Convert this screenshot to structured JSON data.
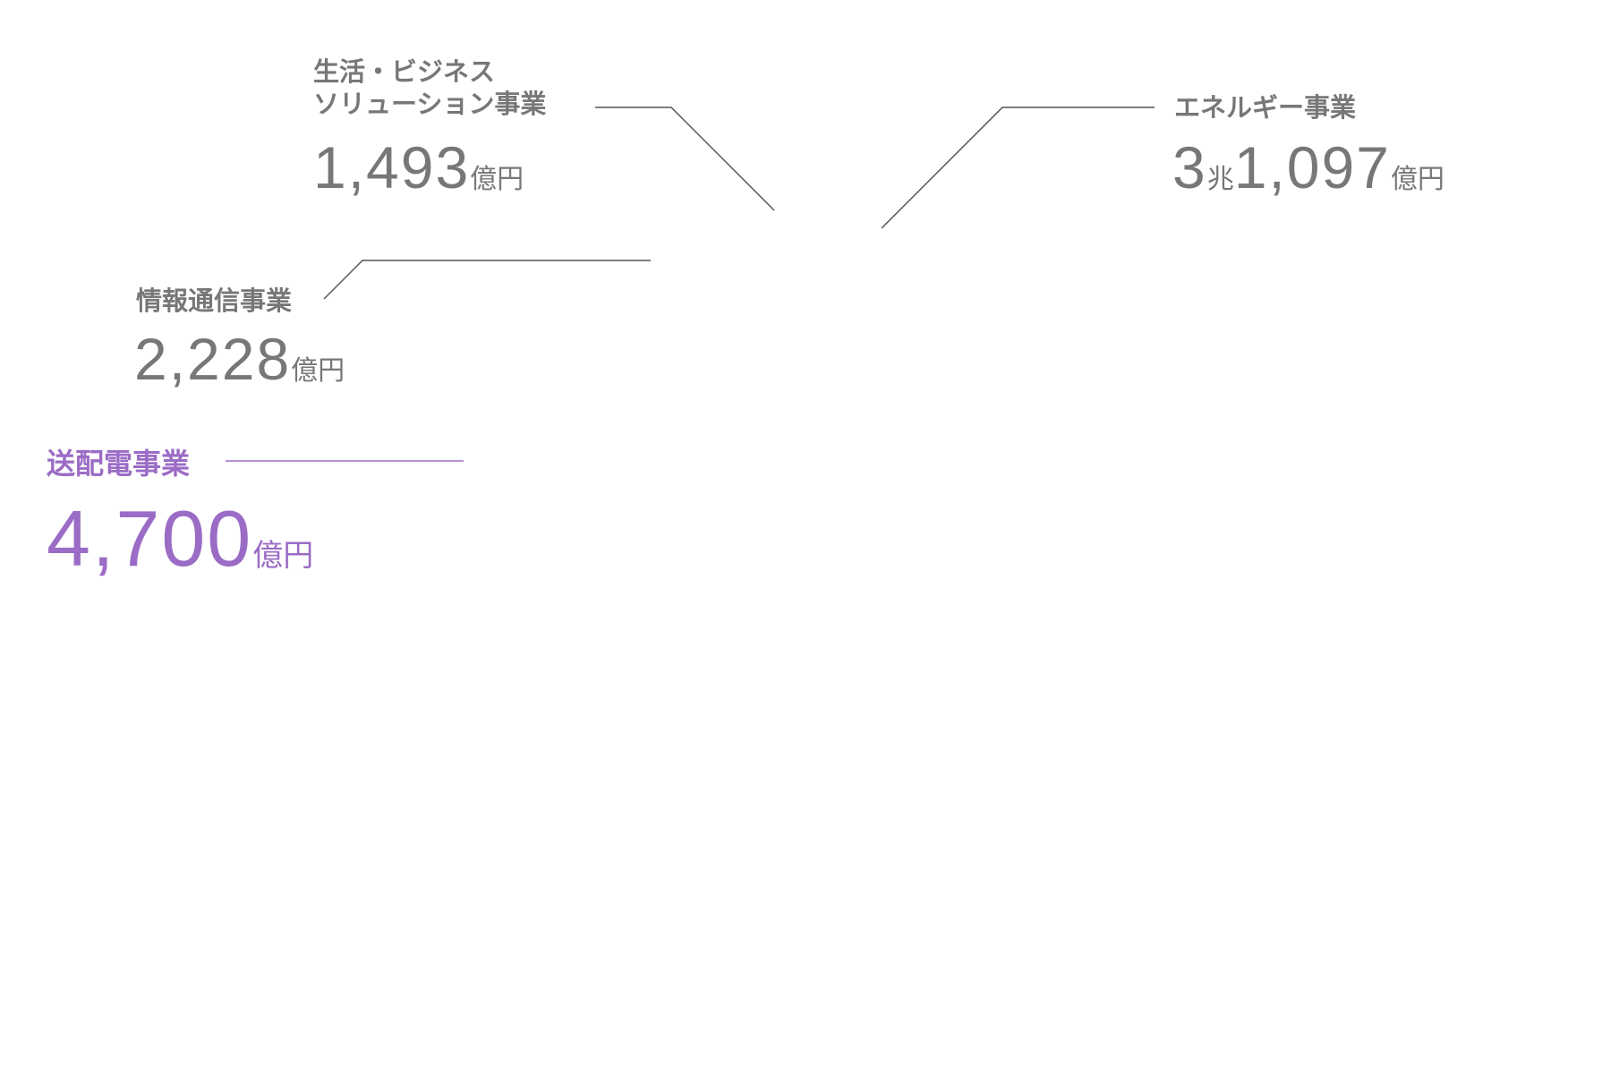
{
  "colors": {
    "neutral": "#777777",
    "accent": "#9b6cc6",
    "leader": "#555555",
    "accent_leader": "#9b6cc6"
  },
  "chart_data": {
    "type": "pie",
    "unit": "億円",
    "segments": [
      {
        "name": "エネルギー事業",
        "value": 31097,
        "display_parts": [
          "3",
          "兆",
          "1,097",
          "億円"
        ],
        "color": "#777777"
      },
      {
        "name": "生活・ビジネスソリューション事業",
        "name_lines": [
          "生活・ビジネス",
          "ソリューション事業"
        ],
        "value": 1493,
        "display_parts": [
          "1,493",
          "億円"
        ],
        "color": "#777777"
      },
      {
        "name": "情報通信事業",
        "value": 2228,
        "display_parts": [
          "2,228",
          "億円"
        ],
        "color": "#777777"
      },
      {
        "name": "送配電事業",
        "value": 4700,
        "display_parts": [
          "4,700",
          "億円"
        ],
        "color": "#9b6cc6"
      }
    ]
  }
}
